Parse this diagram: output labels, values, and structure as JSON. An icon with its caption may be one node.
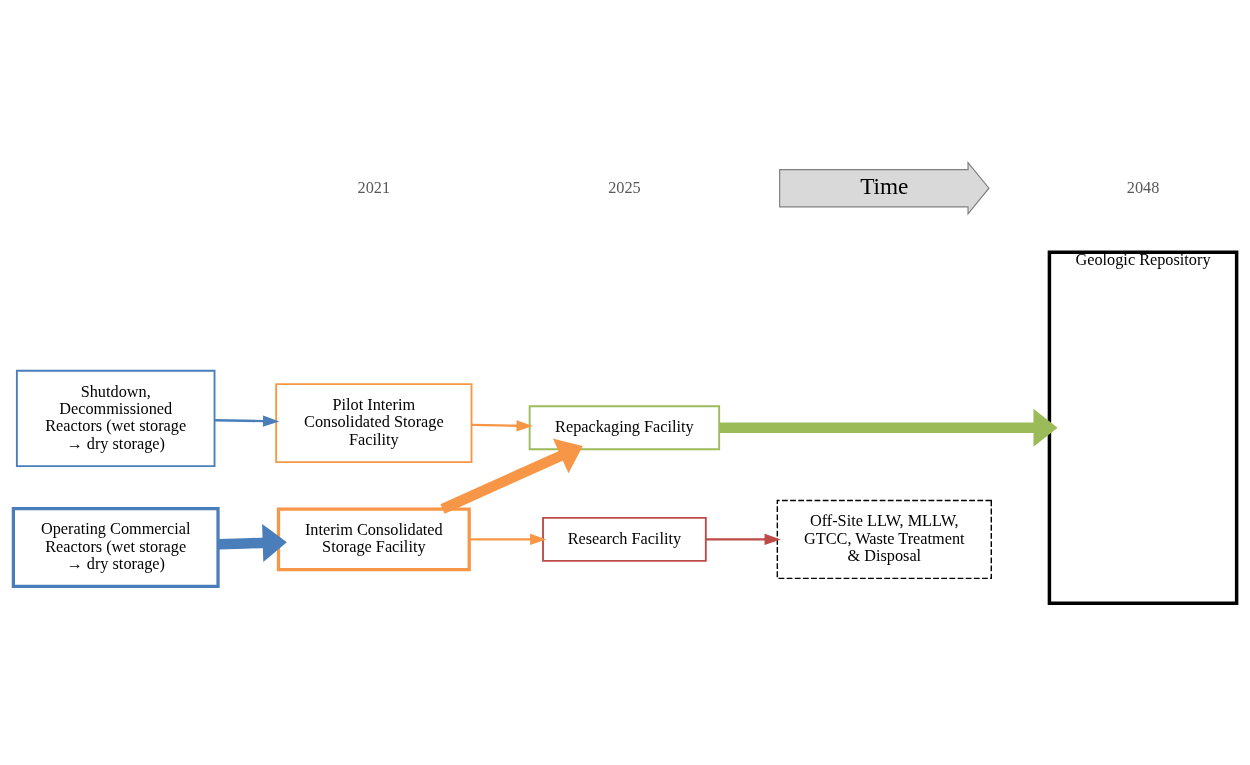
{
  "diagram": {
    "nodes": [
      {
        "text": [
          "Shutdown, Decommissioned Reactors (wet storage → dry storage)"
        ]
      },
      {
        "text": [
          "Pilot Interim Consolidated Storage Facility"
        ]
      },
      {
        "text": [
          "Operating Commercial Reactors (wet storage → dry storage)"
        ]
      },
      {
        "text": [
          "Interim Consolidated Storage Facility"
        ]
      },
      {
        "text": [
          "Repackaging Facility"
        ]
      },
      {
        "text": [
          "Research Facility"
        ]
      },
      {
        "text": [
          "Off-Site LLW, MLLW, GTCC, Waste Treatment & Disposal"
        ]
      },
      {
        "text": [
          "Geologic Repository"
        ]
      }
    ],
    "edges": [
      {
        "from": 0,
        "to": 1,
        "arrow": "to",
        "color": "#4a7ebb"
      },
      {
        "from": 1,
        "to": 4,
        "arrow": "to"
      },
      {
        "from": 2,
        "to": 3,
        "arrow": "to",
        "style": "thick",
        "color": "#4a7ebb"
      },
      {
        "from": 3,
        "to": 4,
        "arrow": "to",
        "style": "thick"
      },
      {
        "from": 3,
        "to": 5,
        "arrow": "to"
      },
      {
        "from": 5,
        "to": 6,
        "arrow": "to",
        "color": "#be4b48"
      },
      {
        "from": 4,
        "to": 7,
        "arrow": "to",
        "style": "thick",
        "color": "#9bbb59"
      }
    ],
    "labels": [
      "2021",
      "2025",
      "Time",
      "2048"
    ]
  }
}
